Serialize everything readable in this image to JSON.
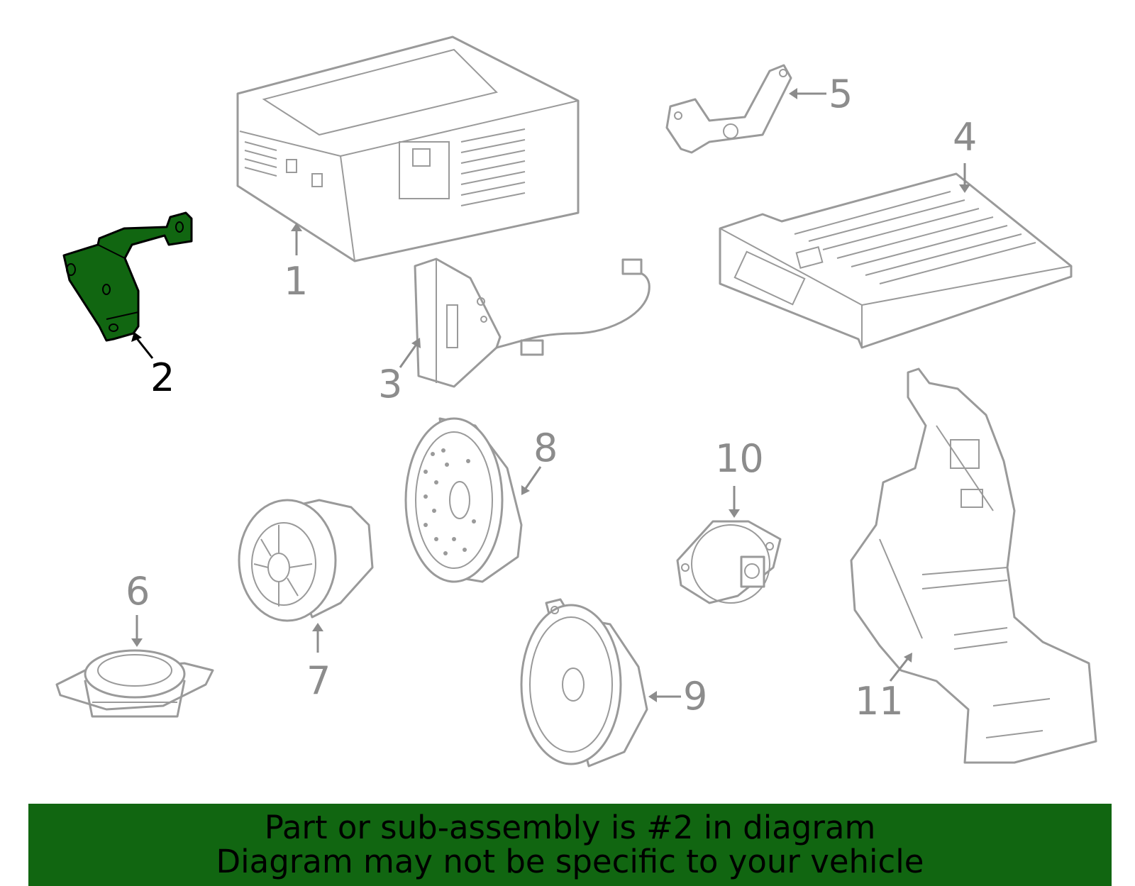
{
  "diagram": {
    "callouts": [
      {
        "id": "1",
        "label": "1"
      },
      {
        "id": "2",
        "label": "2"
      },
      {
        "id": "3",
        "label": "3"
      },
      {
        "id": "4",
        "label": "4"
      },
      {
        "id": "5",
        "label": "5"
      },
      {
        "id": "6",
        "label": "6"
      },
      {
        "id": "7",
        "label": "7"
      },
      {
        "id": "8",
        "label": "8"
      },
      {
        "id": "9",
        "label": "9"
      },
      {
        "id": "10",
        "label": "10"
      },
      {
        "id": "11",
        "label": "11"
      }
    ],
    "highlighted_part": "2",
    "colors": {
      "highlight": "#116611",
      "outline": "#9a9a9a",
      "callout_text": "#8c8c8c",
      "active_text": "#000000",
      "banner_bg": "#116611"
    }
  },
  "banner": {
    "line1": "Part or sub-assembly is #2 in diagram",
    "line2": "Diagram may not be specific to your vehicle"
  }
}
